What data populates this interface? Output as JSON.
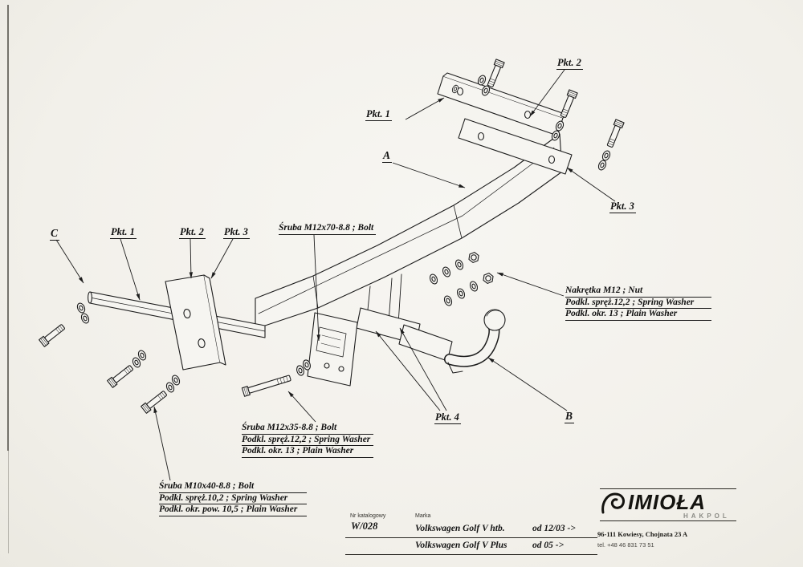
{
  "colors": {
    "paper": "#f3f1ec",
    "ink": "#1a1a1a"
  },
  "labels": {
    "pkt1": "Pkt. 1",
    "pkt2": "Pkt. 2",
    "pkt3": "Pkt. 3",
    "pkt4": "Pkt. 4",
    "a": "A",
    "b": "B",
    "c": "C"
  },
  "callouts": {
    "bolt_m12x70": "Śruba M12x70-8.8 ;  Bolt",
    "nut_m12": {
      "l1": "Nakrętka  M12 ; Nut",
      "l2": "Podkl. spręż.12,2 ;  Spring Washer",
      "l3": "Podkl. okr. 13 ;  Plain Washer"
    },
    "bolt_m12x35": {
      "l1": "Śruba M12x35-8.8 ;  Bolt",
      "l2": "Podkl. spręż.12,2 ;  Spring Washer",
      "l3": "Podkl. okr. 13 ;  Plain Washer"
    },
    "bolt_m10x40": {
      "l1": "Śruba M10x40-8.8 ;  Bolt",
      "l2": "Podkl. spręż.10,2 ;  Spring Washer",
      "l3": "Podkl. okr. pow. 10,5 ;  Plain Washer"
    }
  },
  "footer": {
    "catalog_label": "Nr katalogowy",
    "catalog_number": "W/028",
    "brand_label": "Marka",
    "models": [
      {
        "name": "Volkswagen Golf V htb.",
        "date": "od  12/03 ->"
      },
      {
        "name": "Volkswagen Golf V Plus",
        "date": "od  05 ->"
      }
    ]
  },
  "company": {
    "logo_text": "IMIOŁA",
    "logo_sub": "HAKPOL",
    "address": "96-111 Kowiesy, Chojnata 23 A",
    "phone": "tel. +48 46 831 73 51"
  }
}
